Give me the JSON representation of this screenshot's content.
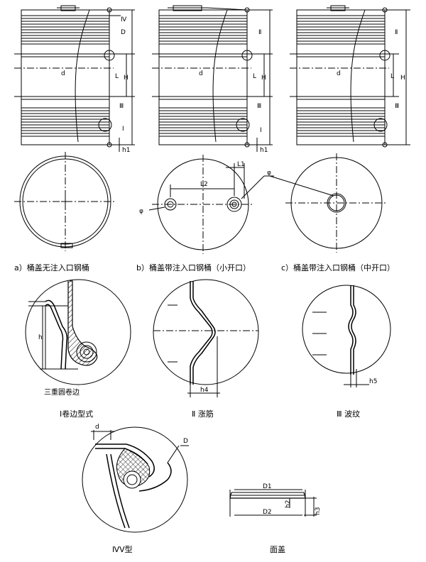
{
  "captions": {
    "a": "a）桶盖无注入口钢桶",
    "b": "b）桶盖带注入口钢桶（小开口）",
    "c": "c）桶盖带注入口钢桶（中开口）",
    "d1": "Ⅰ卷边型式",
    "d2": "Ⅱ 涨筋",
    "d3": "Ⅲ 波纹",
    "d4": "ⅣⅤ型",
    "d5": "面盖"
  },
  "labels": {
    "IV": "Ⅳ",
    "II": "Ⅱ",
    "III": "Ⅲ",
    "I": "Ⅰ",
    "d": "d",
    "L": "L",
    "H": "H",
    "h1": "h1",
    "L1": "L1",
    "L2": "L2",
    "phi": "φ",
    "triple_seam": "三重圆卷边",
    "h": "h",
    "h4": "h4",
    "h5": "h5",
    "D": "D",
    "D1": "D1",
    "D2": "D2",
    "h2": "h2",
    "h3": "h3"
  }
}
